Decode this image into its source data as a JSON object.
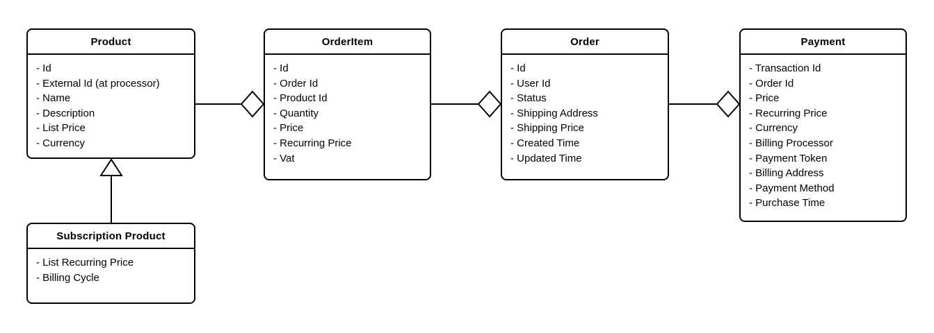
{
  "diagram": {
    "kind": "uml-class-diagram",
    "colors": {
      "background": "#ffffff",
      "stroke": "#000000",
      "shape_fill": "#ffffff",
      "text": "#000000"
    },
    "entities": [
      {
        "id": "product",
        "title": "Product",
        "attributes": [
          "- Id",
          "- External Id (at processor)",
          "- Name",
          "- Description",
          "- List Price",
          "- Currency"
        ]
      },
      {
        "id": "order-item",
        "title": "OrderItem",
        "attributes": [
          "- Id",
          "- Order Id",
          "- Product Id",
          "- Quantity",
          "- Price",
          "- Recurring Price",
          "- Vat"
        ]
      },
      {
        "id": "order",
        "title": "Order",
        "attributes": [
          "- Id",
          "- User Id",
          "- Status",
          "- Shipping Address",
          "- Shipping Price",
          "- Created Time",
          "- Updated Time"
        ]
      },
      {
        "id": "payment",
        "title": "Payment",
        "attributes": [
          "- Transaction Id",
          "- Order Id",
          "- Price",
          "- Recurring Price",
          "- Currency",
          "- Billing Processor",
          "- Payment Token",
          "- Billing Address",
          "- Payment Method",
          "- Purchase Time"
        ]
      },
      {
        "id": "subscription-product",
        "title": "Subscription Product",
        "attributes": [
          "- List Recurring Price",
          "- Billing Cycle"
        ]
      }
    ],
    "relationships": [
      {
        "from": "Product",
        "to": "OrderItem",
        "type": "aggregation",
        "marker": "hollow-diamond",
        "marker_at": "OrderItem"
      },
      {
        "from": "OrderItem",
        "to": "Order",
        "type": "aggregation",
        "marker": "hollow-diamond",
        "marker_at": "Order"
      },
      {
        "from": "Order",
        "to": "Payment",
        "type": "aggregation",
        "marker": "hollow-diamond",
        "marker_at": "Payment"
      },
      {
        "from": "Subscription Product",
        "to": "Product",
        "type": "generalization",
        "marker": "hollow-triangle",
        "marker_at": "Product"
      }
    ]
  }
}
